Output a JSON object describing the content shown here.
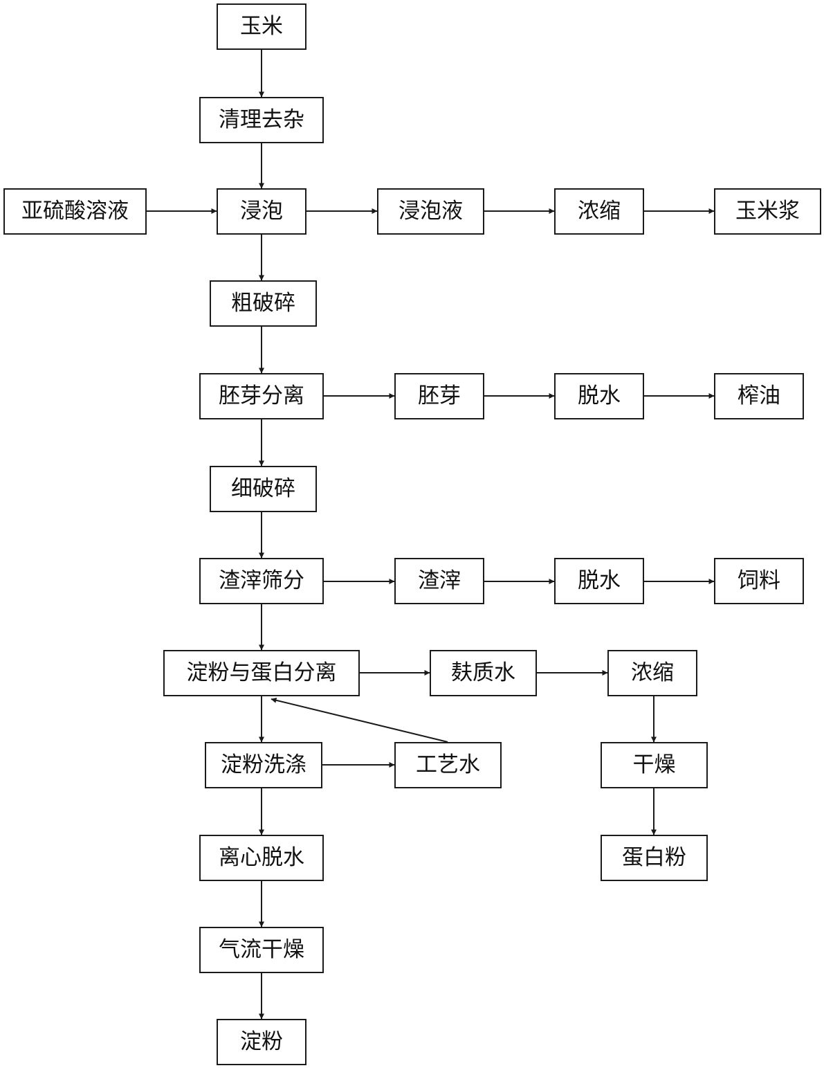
{
  "diagram": {
    "colors": {
      "line": "#1a1a1a",
      "text": "#111111",
      "background": "#ffffff"
    },
    "nodes": {
      "corn": "玉米",
      "cleaning": "清理去杂",
      "sulfite_solution": "亚硫酸溶液",
      "steeping": "浸泡",
      "steep_liquor": "浸泡液",
      "concentrate_1": "浓缩",
      "corn_steep_liquor": "玉米浆",
      "coarse_crushing": "粗破碎",
      "germ_separation": "胚芽分离",
      "germ": "胚芽",
      "dehydration_1": "脱水",
      "oil_pressing": "榨油",
      "fine_crushing": "细破碎",
      "residue_screening": "渣滓筛分",
      "residue": "渣滓",
      "dehydration_2": "脱水",
      "feed": "饲料",
      "starch_protein_separation": "淀粉与蛋白分离",
      "gluten_water": "麸质水",
      "concentrate_2": "浓缩",
      "drying": "干燥",
      "protein_powder": "蛋白粉",
      "starch_washing": "淀粉洗涤",
      "process_water": "工艺水",
      "centrifugal_dehydration": "离心脱水",
      "flash_drying": "气流干燥",
      "starch": "淀粉"
    }
  }
}
